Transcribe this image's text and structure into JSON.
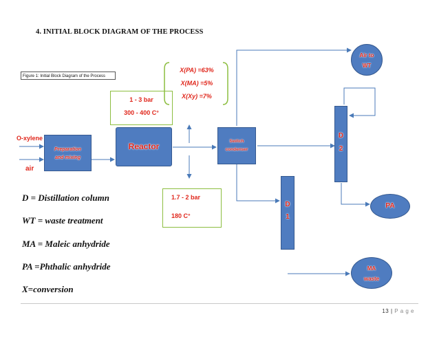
{
  "heading": "4.  INITIAL BLOCK DIAGRAM OF THE PROCESS",
  "figure_caption": "Figure 1: Initial Block Diagram of the Process",
  "feeds": {
    "oxylene": "O-xylene",
    "air": "air"
  },
  "blocks": {
    "preparation": [
      "Preparation",
      "and mixing"
    ],
    "reactor": "Reactor",
    "condenser": [
      "Switch",
      "condenser"
    ],
    "d1": [
      "D",
      "1"
    ],
    "d2": [
      "D",
      "2"
    ],
    "air_to_wt": [
      "Air to",
      "WT"
    ],
    "pa": "PA",
    "ma_waste": [
      "MA",
      "waste"
    ]
  },
  "reactor_conditions": {
    "pressure": "1 - 3 bar",
    "temperature": "300 - 400 C°"
  },
  "condenser_conditions": {
    "pressure": "1.7 - 2 bar",
    "temperature": "180 C°"
  },
  "conversions": [
    "X(PA) =63%",
    "X(MA) =5%",
    "X(Xy) =7%"
  ],
  "legend": [
    "D = Distillation column",
    "WT = waste treatment",
    "MA = Maleic anhydride",
    "PA =Phthalic anhydride",
    "X=conversion"
  ],
  "footer": {
    "page": "13",
    "separator": "|",
    "label": "P a g e"
  },
  "colors": {
    "block_fill": "#4f7cc0",
    "block_border": "#34588f",
    "label_red": "#e0271c",
    "condition_border": "#8cbd3f",
    "arrow": "#4a7ab8"
  }
}
